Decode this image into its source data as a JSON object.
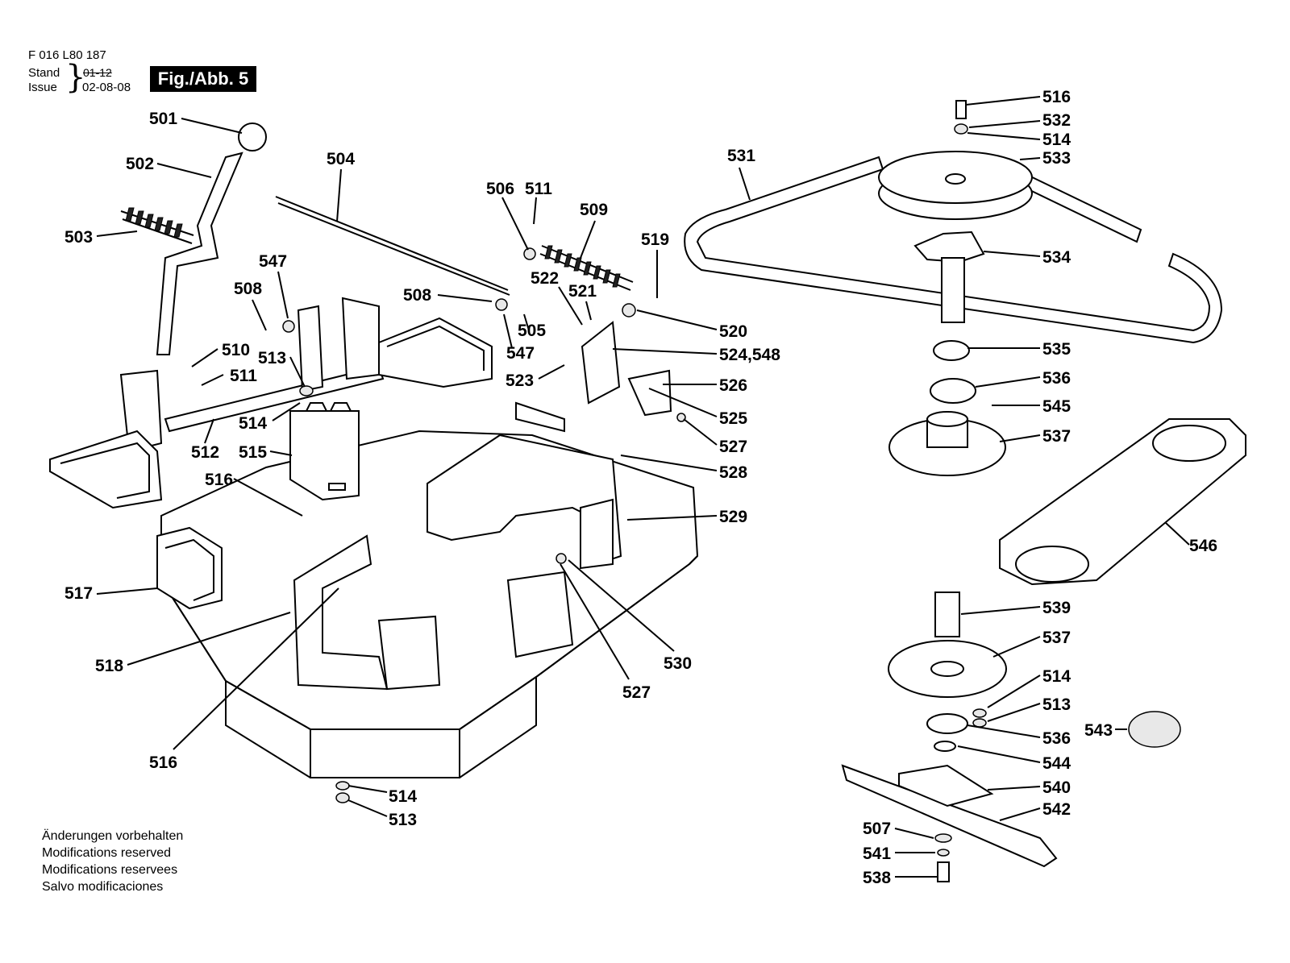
{
  "header": {
    "doc_number": "F 016 L80 187",
    "stand_label": "Stand",
    "issue_label": "Issue",
    "old_date": "01-12",
    "issue_date": "02-08-08",
    "figure_label": "Fig./Abb. 5"
  },
  "notes": [
    "Änderungen vorbehalten",
    "Modifications reserved",
    "Modifications reservees",
    "Salvo modificaciones"
  ],
  "callouts": [
    "501",
    "502",
    "503",
    "504",
    "506",
    "511",
    "509",
    "519",
    "547",
    "508",
    "522",
    "521",
    "508",
    "505",
    "547",
    "510",
    "513",
    "511",
    "514",
    "512",
    "515",
    "516",
    "523",
    "524,548",
    "520",
    "526",
    "525",
    "527",
    "528",
    "529",
    "517",
    "518",
    "530",
    "527",
    "516",
    "514",
    "513",
    "516",
    "532",
    "514",
    "533",
    "531",
    "534",
    "535",
    "536",
    "545",
    "537",
    "546",
    "539",
    "537",
    "514",
    "513",
    "536",
    "543",
    "544",
    "540",
    "542",
    "507",
    "541",
    "538"
  ]
}
